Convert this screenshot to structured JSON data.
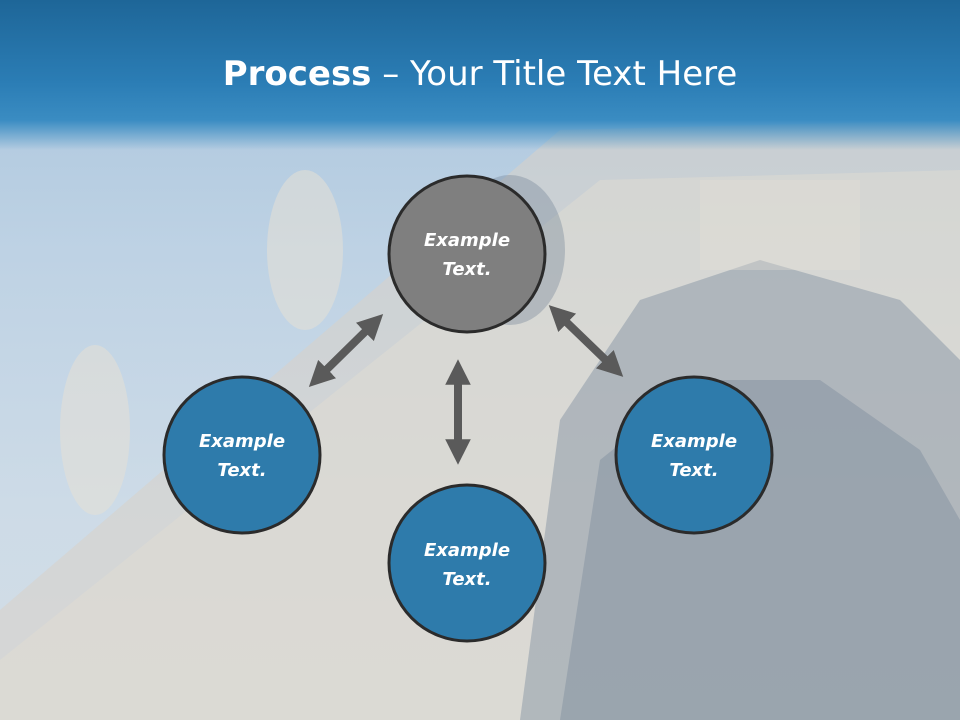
{
  "title": {
    "bold": "Process",
    "rest": " – Your Title Text Here"
  },
  "nodes": {
    "top": {
      "line1": "Example",
      "line2": "Text."
    },
    "left": {
      "line1": "Example",
      "line2": "Text."
    },
    "bottom": {
      "line1": "Example",
      "line2": "Text."
    },
    "right": {
      "line1": "Example",
      "line2": "Text."
    }
  },
  "colors": {
    "center_fill": "#7f7f7f",
    "node_fill": "#2e7bab",
    "node_stroke": "#2b2b2b",
    "arrow": "#5a5a5a",
    "title_bar": "#2b7db5"
  }
}
